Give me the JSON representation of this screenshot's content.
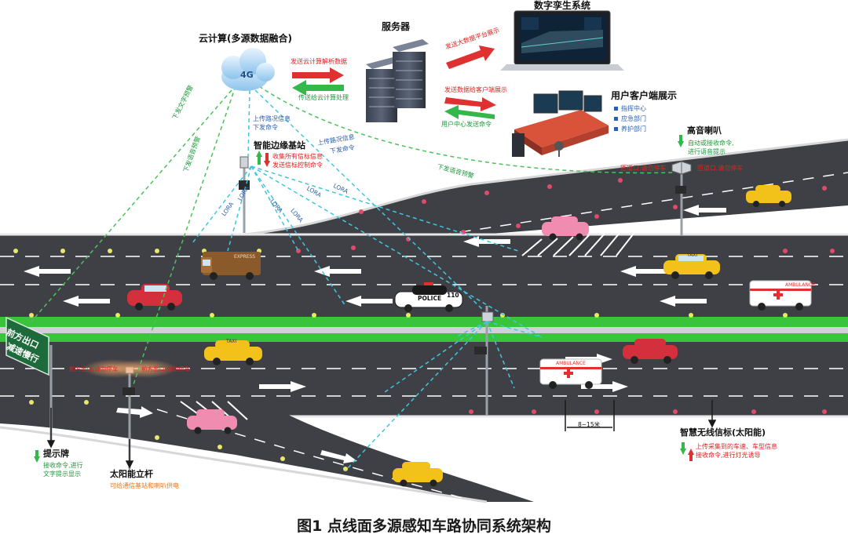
{
  "cloud": {
    "label": "4G",
    "title": "云计算(多源数据融合)",
    "send_parse": "发送云计算解析数据",
    "receive_process": "传送给云计算处理",
    "downlink_text": "下发文字预警",
    "downlink_voice": "下发语音预警"
  },
  "server": {
    "title": "服务器",
    "send_platform": "发送大数据平台展示",
    "send_client": "发送数据给客户端展示",
    "client_send": "用户中心发送命令"
  },
  "digital_twin": {
    "title": "数字孪生系统"
  },
  "client_display": {
    "title": "用户客户端展示",
    "items": [
      "指挥中心",
      "应急部门",
      "养护部门"
    ]
  },
  "edge_station": {
    "title": "智能边缘基站",
    "line1": "收集所有信标信息",
    "line2": "发送信标控制命令",
    "upload1": "上传路况信息",
    "down1": "下发命令",
    "upload2": "上传路况信息",
    "down2": "下发命令",
    "lora": [
      "LORA",
      "LORA",
      "LORA",
      "LORA",
      "LORA",
      "LORA"
    ]
  },
  "speaker": {
    "title": "高音喇叭",
    "line1": "自动或接收命令,",
    "line2": "进行语音提示",
    "broadcast_left": "匝道口,请勿停车",
    "broadcast_right": "匝道口,请勿停车",
    "downlink": "下发语音预警"
  },
  "sign": {
    "line1": "前方出口",
    "line2": "减速慢行",
    "title": "提示牌",
    "desc1": "接收命令,进行",
    "desc2": "文字提示显示"
  },
  "solar_pole": {
    "title": "太阳能立杆",
    "desc": "可给通信基站和喇叭供电",
    "warn_left": "前方出口,请勿停车",
    "warn_right": "前方出口,请勿停车"
  },
  "beacon": {
    "title": "智慧无线信标(太阳能)",
    "line1": "上传采集到的车速、车型信息",
    "line2": "接收命令,进行灯光诱导",
    "distance": "8~15米"
  },
  "vehicles": {
    "police": "POLICE",
    "police_num": "110",
    "ambulance": "AMBULANCE",
    "express": "EXPRESS",
    "taxi": "TAXI"
  },
  "caption": "图1 点线面多源感知车路协同系统架构",
  "colors": {
    "road": "#3f4045",
    "green_lane": "#39c43c",
    "lane_mark": "#ffffff",
    "signal_cyan": "#3fc6e0",
    "signal_green": "#4cc25a",
    "arrow_red": "#e03030",
    "arrow_green": "#34b84a",
    "sign_bg": "#1d6b3a"
  }
}
